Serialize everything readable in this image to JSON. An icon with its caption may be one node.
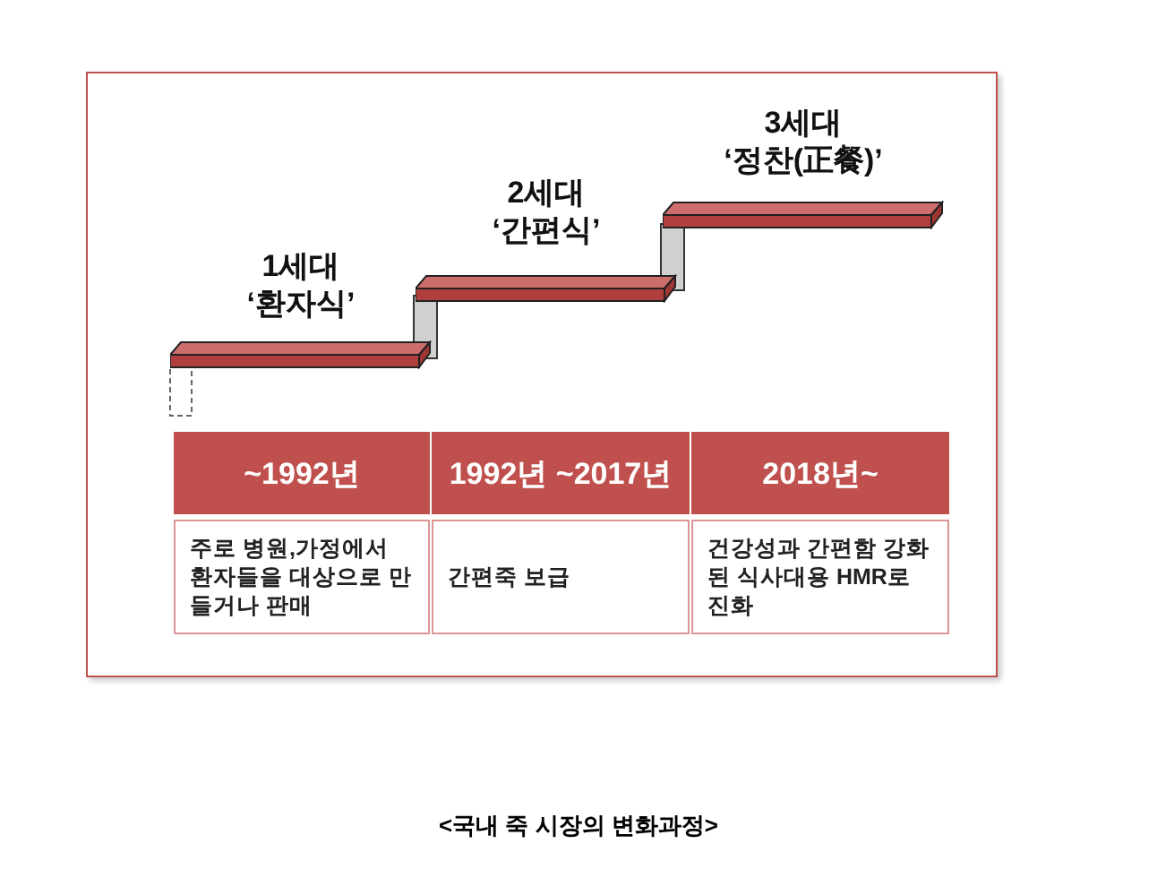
{
  "diagram": {
    "caption": "<국내 죽 시장의 변화과정>",
    "nodes": [
      {
        "text": [
          "1세대",
          "‘환자식’"
        ]
      },
      {
        "text": [
          "2세대",
          "‘간편식’"
        ]
      },
      {
        "text": [
          "3세대",
          "‘정찬(正餐)’"
        ]
      },
      {
        "text": [
          "~1992년"
        ]
      },
      {
        "text": [
          "1992년 ~2017년"
        ]
      },
      {
        "text": [
          "2018년~"
        ]
      },
      {
        "text": [
          "주로 병원,가정에서 환자들을 대상으로 만들거나 판매"
        ]
      },
      {
        "text": [
          "간편죽 보급"
        ]
      },
      {
        "text": [
          "건강성과 간편함 강화된 식사대용 HMR로 진화"
        ]
      }
    ],
    "edges": []
  }
}
